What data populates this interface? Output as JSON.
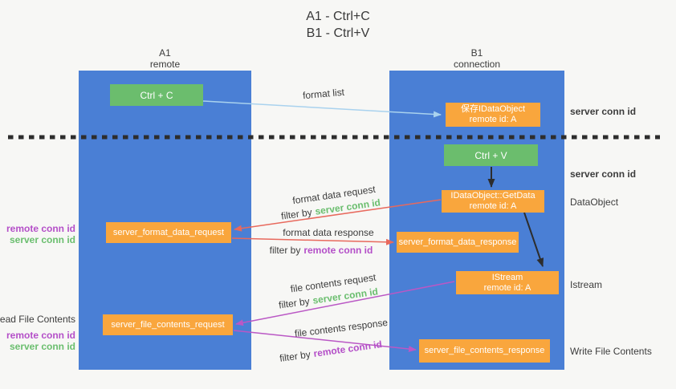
{
  "title": {
    "line1": "A1 - Ctrl+C",
    "line2": "B1 - Ctrl+V"
  },
  "columns": {
    "left": {
      "name": "A1",
      "role": "remote"
    },
    "right": {
      "name": "B1",
      "role": "connection"
    }
  },
  "nodes": {
    "ctrl_c": "Ctrl + C",
    "ctrl_v": "Ctrl + V",
    "save_dataobject": {
      "line1": "保存IDataObject",
      "line2": "remote id: A"
    },
    "getdata": {
      "line1": "IDataObject::GetData",
      "line2": "remote id: A"
    },
    "istream": {
      "line1": "IStream",
      "line2": "remote id: A"
    },
    "format_request": "server_format_data_request",
    "format_response": "server_format_data_response",
    "file_request": "server_file_contents_request",
    "file_response": "server_file_contents_response"
  },
  "arrow_labels": {
    "format_list": "format list",
    "format_data_request": "format data request",
    "format_data_response": "format data response",
    "file_contents_request": "file contents request",
    "file_contents_response": "file contents response",
    "filter_by": "filter by",
    "server_conn_id": "server conn id",
    "remote_conn_id": "remote conn id"
  },
  "side_labels": {
    "right": {
      "server_conn_id_top": "server conn id",
      "server_conn_id_mid": "server conn id",
      "dataobject": "DataObject",
      "istream": "Istream",
      "write_file_contents": "Write File Contents"
    },
    "left": {
      "remote_conn_id_top": "remote conn id",
      "server_conn_id_top": "server conn id",
      "read_file_contents": "Read File Contents",
      "remote_conn_id_bottom": "remote conn id",
      "server_conn_id_bottom": "server conn id"
    }
  },
  "colors": {
    "background": "#f7f7f5",
    "column_blue": "#4a7fd5",
    "node_green": "#6bbd6d",
    "node_orange": "#f9a63d",
    "arrow_blue": "#a9d2ee",
    "arrow_red": "#e8695d",
    "arrow_purple": "#ba58c5",
    "arrow_black": "#2d2d2d",
    "text_dark": "#3c3c3c",
    "label_green": "#6abe6e",
    "label_purple": "#b44fc8"
  }
}
